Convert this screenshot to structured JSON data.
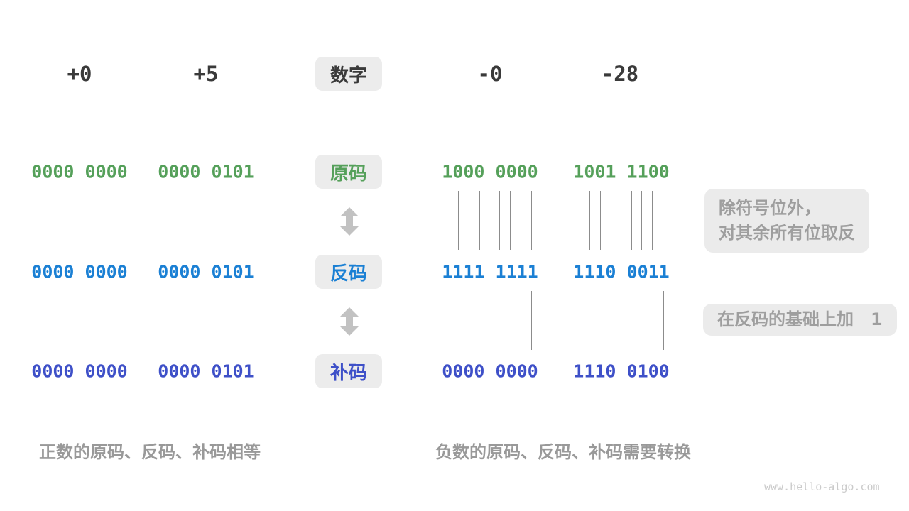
{
  "header": {
    "col1": "+0",
    "col2": "+5",
    "badge": "数字",
    "col3": "-0",
    "col4": "-28"
  },
  "rows": {
    "sign": {
      "badge": "原码",
      "col1": "0000 0000",
      "col2": "0000 0101",
      "col3": "1000 0000",
      "col4": "1001 1100"
    },
    "ones": {
      "badge": "反码",
      "col1": "0000 0000",
      "col2": "0000 0101",
      "col3": "1111 1111",
      "col4": "1110 0011"
    },
    "twos": {
      "badge": "补码",
      "col1": "0000 0000",
      "col2": "0000 0101",
      "col3": "0000 0000",
      "col4": "1110 0100"
    }
  },
  "notes": {
    "invert": {
      "line1": "除符号位外，",
      "line2": "对其余所有位取反"
    },
    "add_one": "在反码的基础上加　1"
  },
  "captions": {
    "positive": "正数的原码、反码、补码相等",
    "negative": "负数的原码、反码、补码需要转换"
  },
  "watermark": "www.hello-algo.com",
  "colors": {
    "number_text": "#3A3A3A",
    "sign_magnitude": "#55A05A",
    "ones_complement": "#1B80D4",
    "twos_complement": "#3E50C8",
    "badge_background": "#ECECEC",
    "note_text": "#9E9E9E",
    "connector_line": "#8C8C8C",
    "arrow": "#C2C2C2",
    "caption_text": "#999999",
    "watermark_text": "#CBCBCB"
  }
}
